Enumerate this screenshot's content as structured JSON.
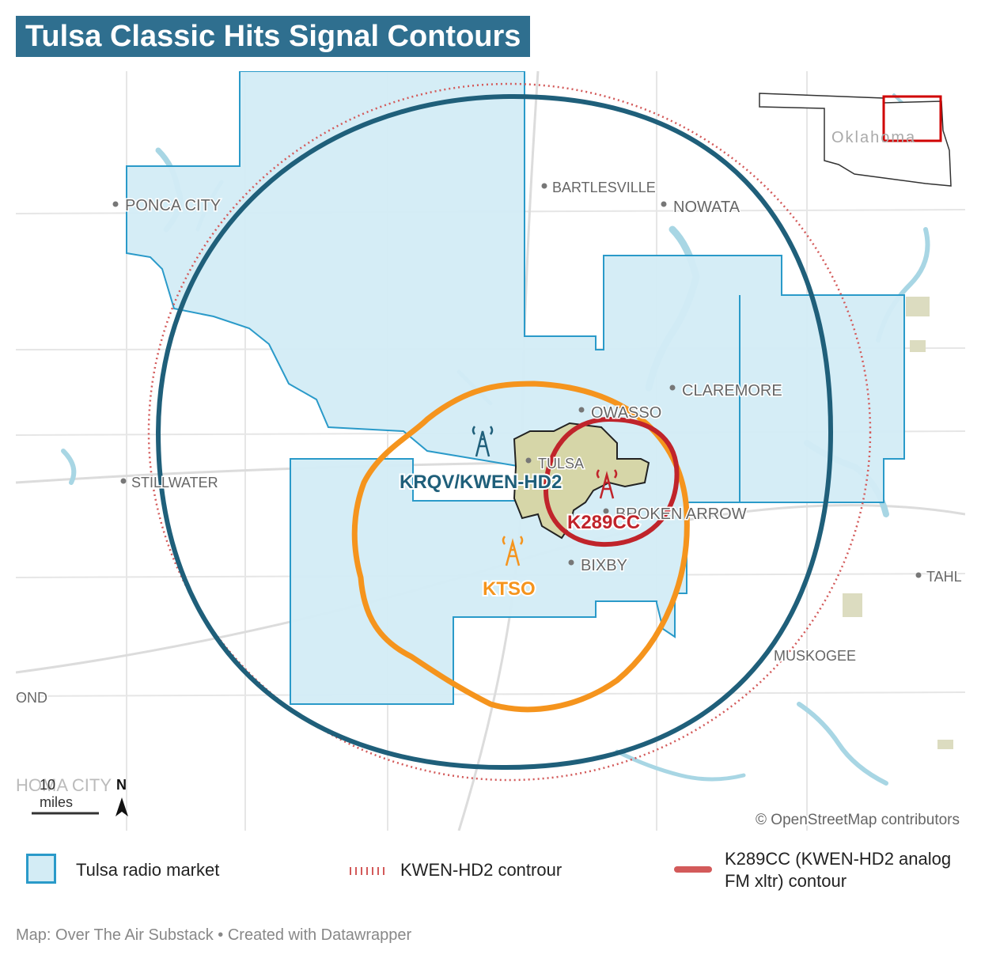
{
  "title": "Tulsa Classic Hits Signal Contours",
  "inset": {
    "state_label": "Oklahoma"
  },
  "cities": {
    "ponca_city": "PONCA CITY",
    "bartlesville": "BARTLESVILLE",
    "nowata": "NOWATA",
    "claremore": "CLAREMORE",
    "owasso": "OWASSO",
    "tulsa": "TULSA",
    "stillwater": "STILLWATER",
    "broken_arrow": "BROKEN ARROW",
    "bixby": "BIXBY",
    "tahl": "TAHL",
    "muskogee": "MUSKOGEE",
    "ond": "OND",
    "okc_partial": "HOMA CITY"
  },
  "stations": {
    "krqv": {
      "label": "KRQV/KWEN-HD2",
      "color": "#1f5f7a"
    },
    "k289cc": {
      "label": "K289CC",
      "color": "#c0242b"
    },
    "ktso": {
      "label": "KTSO",
      "color": "#f5941d"
    }
  },
  "scale": {
    "value": "10",
    "unit": "miles",
    "north": "N"
  },
  "attribution": "© OpenStreetMap contributors",
  "legend": {
    "market": "Tulsa radio market",
    "kwen_contour": "KWEN-HD2 controur",
    "k289cc_contour_line1": "K289CC (KWEN-HD2 analog",
    "k289cc_contour_line2": "FM xltr) contour"
  },
  "footer": "Map: Over The Air Substack • Created with Datawrapper",
  "colors": {
    "market_fill": "#d3ecf5",
    "market_stroke": "#2a9ac9",
    "krqv_contour": "#1f5f7a",
    "kwen_dotted": "#d35a5a",
    "k289cc_contour": "#c0242b",
    "ktso_contour": "#f5941d",
    "water": "#a8d6e4",
    "urban": "#d6d6a8"
  }
}
